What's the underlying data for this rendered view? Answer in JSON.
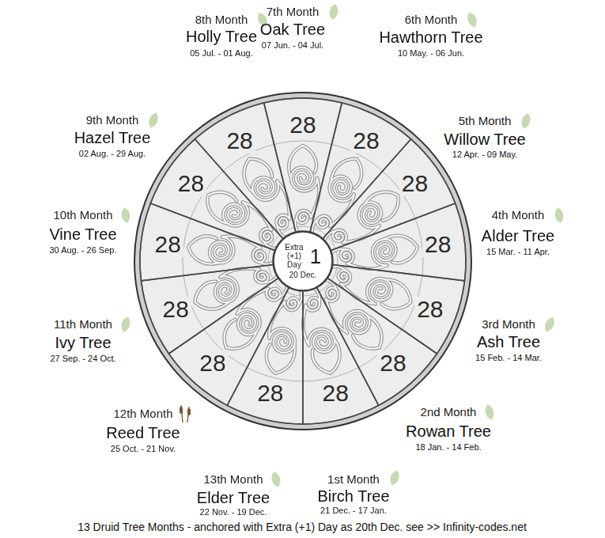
{
  "diagram": {
    "caption": "13 Druid Tree Months - anchored with Extra (+1) Day as 20th Dec. see >> Infinity-codes.net",
    "nodes": [
      {
        "text": [
          "28"
        ]
      },
      {
        "text": [
          "28"
        ]
      },
      {
        "text": [
          "28"
        ]
      },
      {
        "text": [
          "28"
        ]
      },
      {
        "text": [
          "28"
        ]
      },
      {
        "text": [
          "28"
        ]
      },
      {
        "text": [
          "28"
        ]
      },
      {
        "text": [
          "28"
        ]
      },
      {
        "text": [
          "28"
        ]
      },
      {
        "text": [
          "28"
        ]
      },
      {
        "text": [
          "28"
        ]
      },
      {
        "text": [
          "28"
        ]
      },
      {
        "text": [
          "28"
        ]
      },
      {
        "text": [
          "Extra (+1) Day",
          "1",
          "20 Dec."
        ]
      }
    ],
    "labels": [
      "1st Month",
      "Birch Tree",
      "21 Dec. - 17 Jan.",
      "2nd Month",
      "Rowan Tree",
      "18 Jan. - 14 Feb.",
      "3rd Month",
      "Ash Tree",
      "15 Feb. - 14 Mar.",
      "4th Month",
      "Alder Tree",
      "15 Mar. - 11 Apr.",
      "5th Month",
      "Willow Tree",
      "12 Apr. - 09 May.",
      "6th Month",
      "Hawthorn Tree",
      "10 May. - 06 Jun.",
      "7th Month",
      "Oak Tree",
      "07 Jun. - 04 Jul.",
      "8th Month",
      "Holly Tree",
      "05 Jul. - 01 Aug.",
      "9th Month",
      "Hazel Tree",
      "02 Aug. - 29 Aug.",
      "10th Month",
      "Vine Tree",
      "30 Aug. - 26 Sep.",
      "11th Month",
      "Ivy Tree",
      "27 Sep. - 24 Oct.",
      "12th Month",
      "Reed Tree",
      "25 Oct. - 21 Nov.",
      "13th Month",
      "Elder Tree",
      "22 Nov. - 19 Dec."
    ]
  }
}
